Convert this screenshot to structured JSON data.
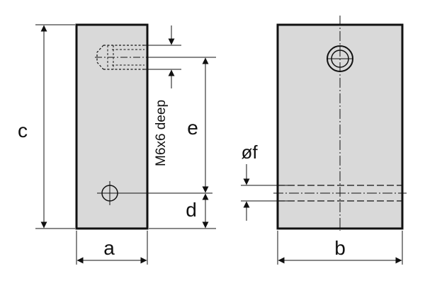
{
  "labels": {
    "c": "c",
    "e": "e",
    "d": "d",
    "a": "a",
    "b": "b",
    "f": "øf",
    "thread": "M6x6 deep"
  },
  "colors": {
    "line": "#111111",
    "fill": "#d9d9d9",
    "background": "#ffffff"
  }
}
